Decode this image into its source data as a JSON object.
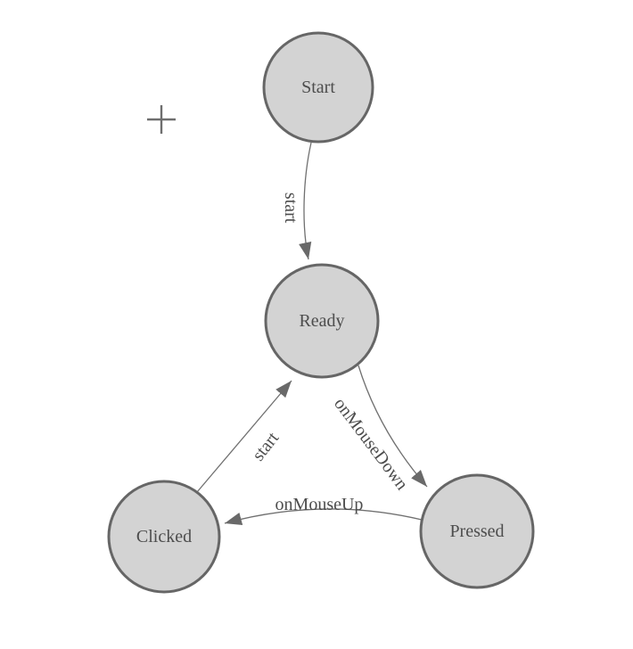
{
  "page": {
    "background": "#ffffff"
  },
  "palette": {
    "node_fill": "#d3d3d3",
    "node_border": "#666666",
    "edge_color": "#707070",
    "arrow_color": "#696969",
    "label_color": "#4d4d4d",
    "crosshair_color": "#6e6e6e"
  },
  "diagram": {
    "kind": "state-machine",
    "nodes": [
      {
        "id": "start",
        "label": "Start"
      },
      {
        "id": "ready",
        "label": "Ready"
      },
      {
        "id": "clicked",
        "label": "Clicked"
      },
      {
        "id": "pressed",
        "label": "Pressed"
      }
    ],
    "edges": [
      {
        "from": "start",
        "to": "ready",
        "label": "start"
      },
      {
        "from": "ready",
        "to": "pressed",
        "label": "onMouseDown"
      },
      {
        "from": "pressed",
        "to": "clicked",
        "label": "onMouseUp"
      },
      {
        "from": "clicked",
        "to": "ready",
        "label": "start"
      }
    ],
    "icons": [
      {
        "name": "crosshair-icon"
      }
    ]
  }
}
